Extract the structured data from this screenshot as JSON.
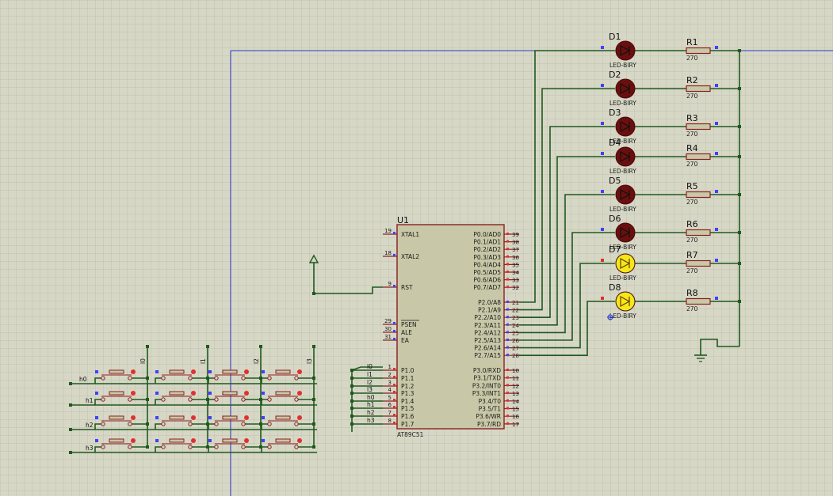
{
  "colors": {
    "background": "#d7d7c6",
    "grid": "#c2c2b2",
    "grid_major": "#b4b4a2",
    "wire": "#1e5a1e",
    "body_fill": "#c8c8a8",
    "body_stroke": "#8b2020",
    "led_off": "#6a0f0f",
    "led_on": "#f2e81a",
    "ref_line": "#2a3ccc",
    "pin_blue": "#4040ff",
    "pin_red": "#e03030"
  },
  "mcu": {
    "ref": "U1",
    "part": "AT89C51",
    "left_pins": [
      {
        "num": "19",
        "name": "XTAL1"
      },
      {
        "num": "18",
        "name": "XTAL2"
      },
      {
        "num": "9",
        "name": "RST"
      },
      {
        "num": "29",
        "name": "PSEN"
      },
      {
        "num": "30",
        "name": "ALE"
      },
      {
        "num": "31",
        "name": "EA"
      },
      {
        "num": "1",
        "name": "P1.0"
      },
      {
        "num": "2",
        "name": "P1.1"
      },
      {
        "num": "3",
        "name": "P1.2"
      },
      {
        "num": "4",
        "name": "P1.3"
      },
      {
        "num": "5",
        "name": "P1.4"
      },
      {
        "num": "6",
        "name": "P1.5"
      },
      {
        "num": "7",
        "name": "P1.6"
      },
      {
        "num": "8",
        "name": "P1.7"
      }
    ],
    "right_pins": [
      {
        "num": "39",
        "name": "P0.0/AD0"
      },
      {
        "num": "38",
        "name": "P0.1/AD1"
      },
      {
        "num": "37",
        "name": "P0.2/AD2"
      },
      {
        "num": "36",
        "name": "P0.3/AD3"
      },
      {
        "num": "35",
        "name": "P0.4/AD4"
      },
      {
        "num": "34",
        "name": "P0.5/AD5"
      },
      {
        "num": "33",
        "name": "P0.6/AD6"
      },
      {
        "num": "32",
        "name": "P0.7/AD7"
      },
      {
        "num": "21",
        "name": "P2.0/A8"
      },
      {
        "num": "22",
        "name": "P2.1/A9"
      },
      {
        "num": "23",
        "name": "P2.2/A10"
      },
      {
        "num": "24",
        "name": "P2.3/A11"
      },
      {
        "num": "25",
        "name": "P2.4/A12"
      },
      {
        "num": "26",
        "name": "P2.5/A13"
      },
      {
        "num": "27",
        "name": "P2.6/A14"
      },
      {
        "num": "28",
        "name": "P2.7/A15"
      },
      {
        "num": "10",
        "name": "P3.0/RXD"
      },
      {
        "num": "11",
        "name": "P3.1/TXD"
      },
      {
        "num": "12",
        "name": "P3.2/INT0"
      },
      {
        "num": "13",
        "name": "P3.3/INT1"
      },
      {
        "num": "14",
        "name": "P3.4/T0"
      },
      {
        "num": "15",
        "name": "P3.5/T1"
      },
      {
        "num": "16",
        "name": "P3.6/WR"
      },
      {
        "num": "17",
        "name": "P3.7/RD"
      }
    ],
    "p1_net_labels": [
      "l0",
      "l1",
      "l2",
      "l3",
      "h0",
      "h1",
      "h2",
      "h3"
    ]
  },
  "leds": [
    {
      "ref": "D1",
      "part": "LED-BIRY",
      "lit": false
    },
    {
      "ref": "D2",
      "part": "LED-BIRY",
      "lit": false
    },
    {
      "ref": "D3",
      "part": "LED-BIRY",
      "lit": false
    },
    {
      "ref": "D4",
      "part": "LED-BIRY",
      "lit": false
    },
    {
      "ref": "D5",
      "part": "LED-BIRY",
      "lit": false
    },
    {
      "ref": "D6",
      "part": "LED-BIRY",
      "lit": false
    },
    {
      "ref": "D7",
      "part": "LED-BIRY",
      "lit": true
    },
    {
      "ref": "D8",
      "part": "LED-BIRY",
      "lit": true
    }
  ],
  "resistors": [
    {
      "ref": "R1",
      "value": "270"
    },
    {
      "ref": "R2",
      "value": "270"
    },
    {
      "ref": "R3",
      "value": "270"
    },
    {
      "ref": "R4",
      "value": "270"
    },
    {
      "ref": "R5",
      "value": "270"
    },
    {
      "ref": "R6",
      "value": "270"
    },
    {
      "ref": "R7",
      "value": "270"
    },
    {
      "ref": "R8",
      "value": "270"
    }
  ],
  "keypad": {
    "row_labels": [
      "h0",
      "h1",
      "h2",
      "h3"
    ],
    "col_labels": [
      "l0",
      "l1",
      "l2",
      "l3"
    ]
  }
}
